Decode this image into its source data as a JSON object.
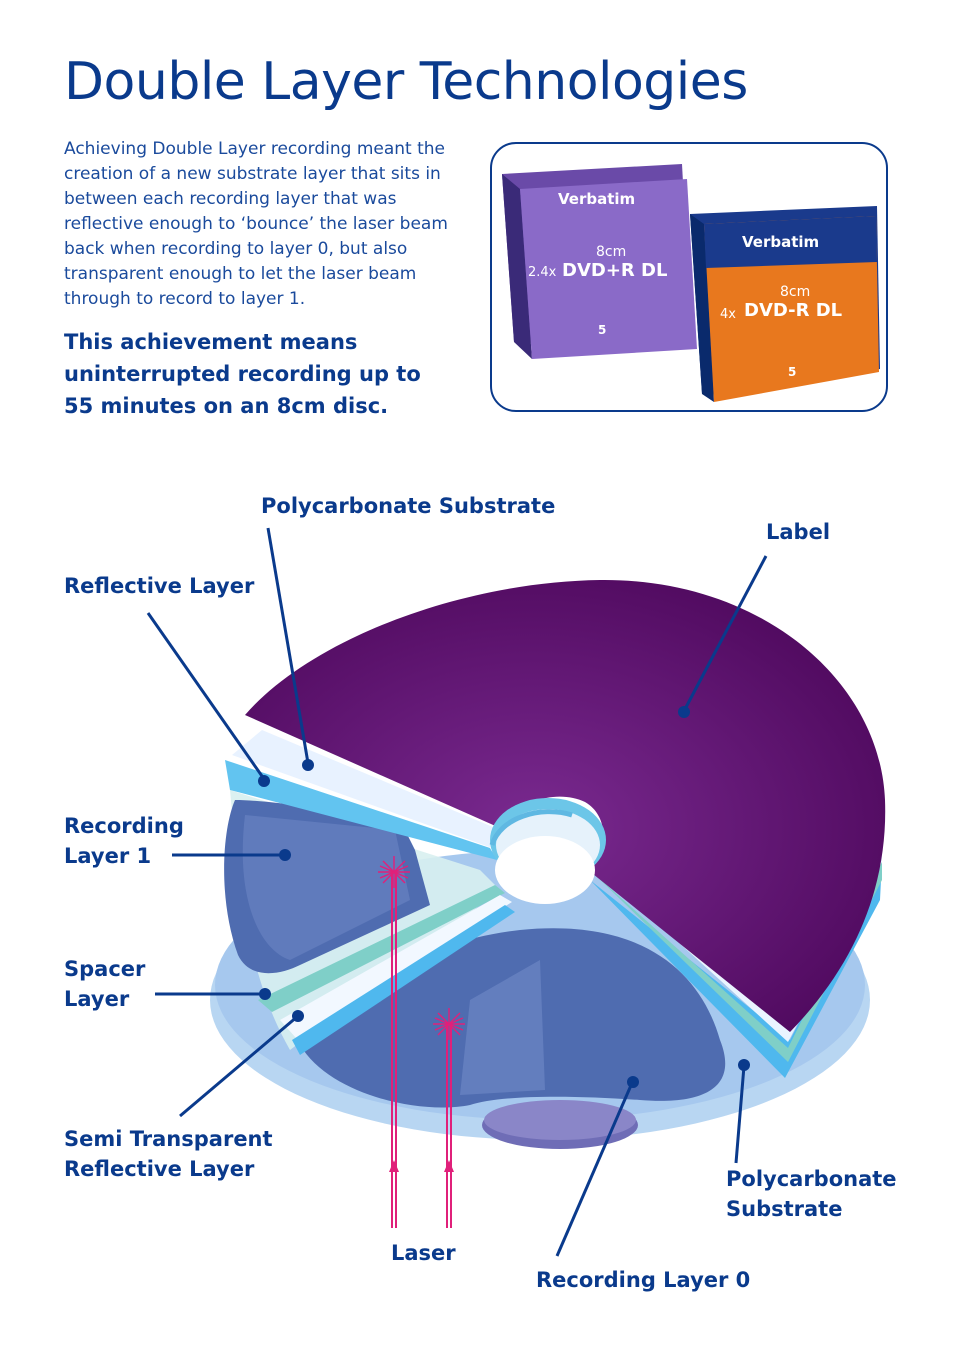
{
  "title": "Double Layer Technologies",
  "intro": "Achieving Double Layer recording meant the creation of a new substrate layer that sits in between each recording layer that was reflective enough to ‘bounce’ the laser beam back when recording to layer 0, but also transparent enough to let the laser beam through to record to layer 1.",
  "highlight": "This achievement means uninterrupted recording up to 55 minutes on an 8cm disc.",
  "products": [
    {
      "brand": "Verbatim",
      "size": "8cm",
      "speed": "2.4x",
      "format": "DVD+R DL",
      "pack": "5",
      "color": "#7a58b8"
    },
    {
      "brand": "Verbatim",
      "size": "8cm",
      "speed": "4x",
      "format": "DVD-R DL",
      "pack": "5",
      "color": "#e8781e"
    }
  ],
  "labels": {
    "polycarbonate_top": "Polycarbonate Substrate",
    "label": "Label",
    "reflective_layer": "Reflective Layer",
    "recording_layer_1": [
      "Recording",
      "Layer 1"
    ],
    "spacer_layer": [
      "Spacer",
      "Layer"
    ],
    "semi_transparent": [
      "Semi Transparent",
      "Reflective Layer"
    ],
    "polycarbonate_bottom": [
      "Polycarbonate",
      "Substrate"
    ],
    "laser": "Laser",
    "recording_layer_0": "Recording Layer 0"
  },
  "colors": {
    "brand_blue": "#0a3a8c",
    "label_purple": "#5a0f6a",
    "laser_pink": "#e0207a"
  }
}
